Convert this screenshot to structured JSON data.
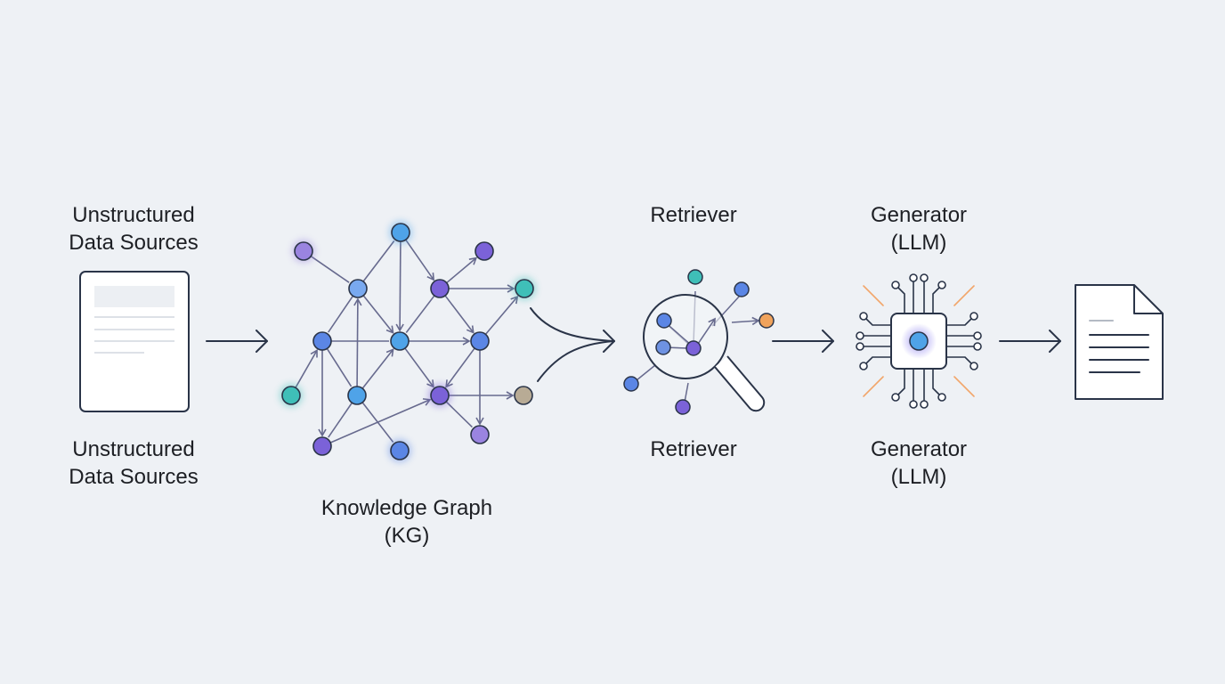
{
  "labels": {
    "source_top": [
      "Unstructured",
      "Data Sources"
    ],
    "source_bottom": [
      "Unstructured",
      "Data Sources"
    ],
    "kg": [
      "Knowledge Graph",
      "(KG)"
    ],
    "retriever_top": "Retriever",
    "retriever_bottom": "Retriever",
    "generator_top": [
      "Generator",
      "(LLM)"
    ],
    "generator_bottom": [
      "Generator",
      "(LLM)"
    ]
  },
  "colors": {
    "background": "#eef1f5",
    "stroke": "#2a3448",
    "edge": "#676a8e",
    "node_blue": "#5b86e5",
    "node_light_blue": "#79a9ef",
    "node_sky": "#4fa3e8",
    "node_purple": "#7b62d8",
    "node_violet": "#9a84e0",
    "node_teal": "#3fbfb8",
    "node_tan": "#b8ab95",
    "node_orange": "#f0a35c",
    "chip_glow": "#8a7ff0",
    "spark_orange": "#f2a66b"
  },
  "icons": [
    "document-icon",
    "knowledge-graph-icon",
    "magnifier-icon",
    "chip-icon",
    "output-document-icon"
  ]
}
